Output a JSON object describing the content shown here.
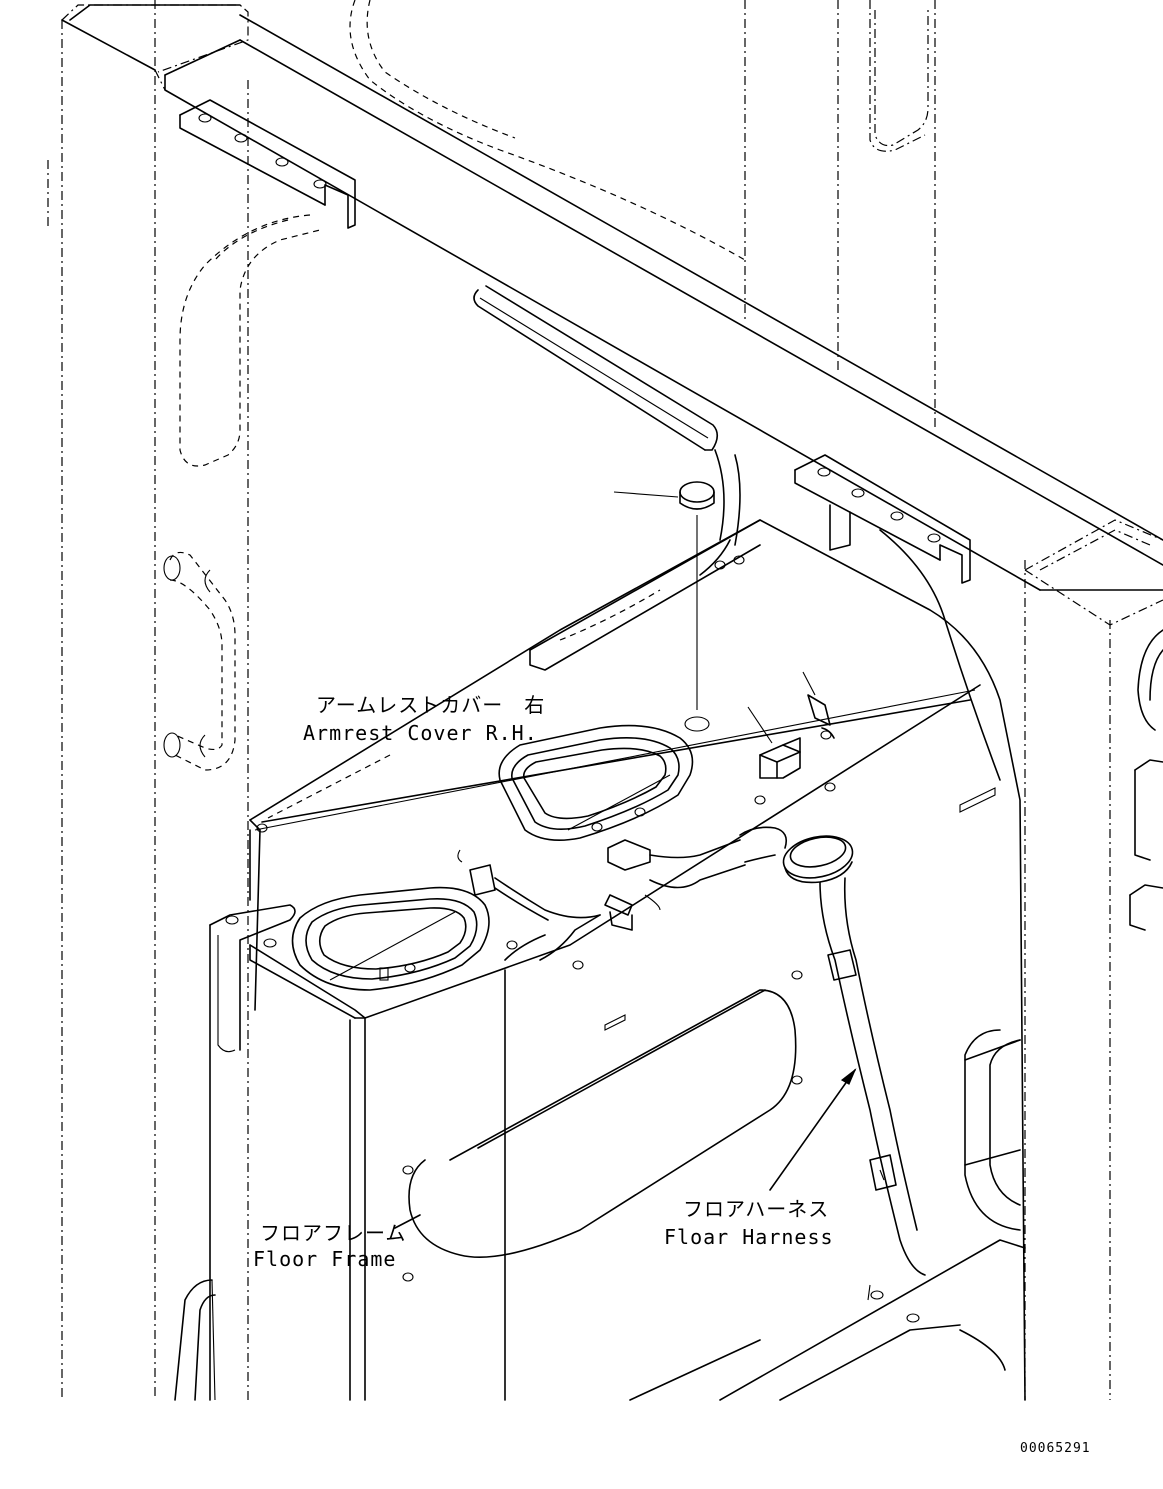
{
  "labels": {
    "armrest_cover": {
      "jp": "アームレストカバー　右",
      "en": "Armrest Cover R.H."
    },
    "floor_frame": {
      "jp": "フロアフレーム",
      "en": "Floor Frame"
    },
    "floor_harness": {
      "jp": "フロアハーネス",
      "en": "Floar Harness"
    }
  },
  "drawing_number": "00065291"
}
